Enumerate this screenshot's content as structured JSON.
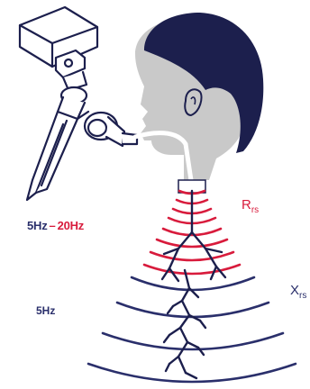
{
  "labels": {
    "freq_low": "5Hz",
    "freq_dash": "–",
    "freq_high": "20Hz",
    "rrs_main": "R",
    "rrs_sub": "rs",
    "xrs_main": "X",
    "xrs_sub": "rs",
    "low_freq": "5Hz"
  },
  "colors": {
    "navy": "#2a2f6b",
    "red": "#d81b3c",
    "grey": "#c9c9c9",
    "hair": "#1c1f4d"
  }
}
